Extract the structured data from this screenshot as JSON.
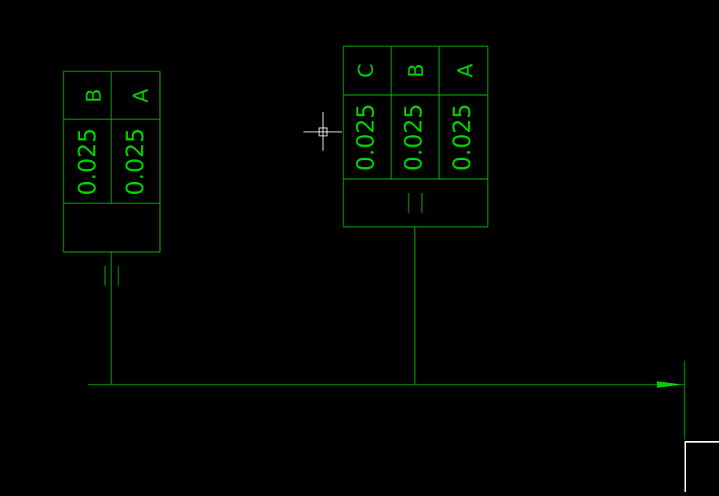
{
  "drawing": {
    "background_color": "#000000",
    "line_color": "#00d000",
    "text_color": "#00d000",
    "crosshair_color": "#ffffff",
    "frame_left": {
      "symbol": "parallelism",
      "tolerances": [
        "0.025",
        "0.025"
      ],
      "datums": [
        "B",
        "A"
      ]
    },
    "frame_right": {
      "symbol": "parallelism",
      "tolerances": [
        "0.025",
        "0.025",
        "0.025"
      ],
      "datums": [
        "C",
        "B",
        "A"
      ]
    },
    "cursor": "crosshair-pickbox"
  }
}
